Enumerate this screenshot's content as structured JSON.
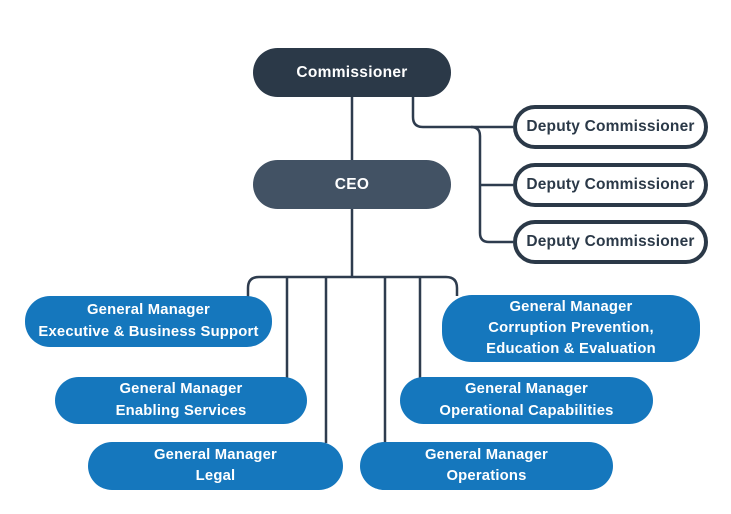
{
  "colors": {
    "dark_navy": "#2b3948",
    "slate": "#425264",
    "brand_blue": "#1577bd",
    "line": "#2e3c4e",
    "background": "#ffffff",
    "text_on_dark": "#ffffff"
  },
  "org": {
    "commissioner": {
      "label": "Commissioner"
    },
    "ceo": {
      "label": "CEO"
    },
    "deputies": [
      {
        "label": "Deputy Commissioner"
      },
      {
        "label": "Deputy Commissioner"
      },
      {
        "label": "Deputy Commissioner"
      }
    ],
    "general_managers": [
      {
        "lines": [
          "General Manager",
          "Executive & Business Support"
        ]
      },
      {
        "lines": [
          "General Manager",
          "Corruption Prevention,",
          "Education & Evaluation"
        ]
      },
      {
        "lines": [
          "General Manager",
          "Enabling Services"
        ]
      },
      {
        "lines": [
          "General Manager",
          "Operational Capabilities"
        ]
      },
      {
        "lines": [
          "General Manager",
          "Legal"
        ]
      },
      {
        "lines": [
          "General Manager",
          "Operations"
        ]
      }
    ]
  }
}
